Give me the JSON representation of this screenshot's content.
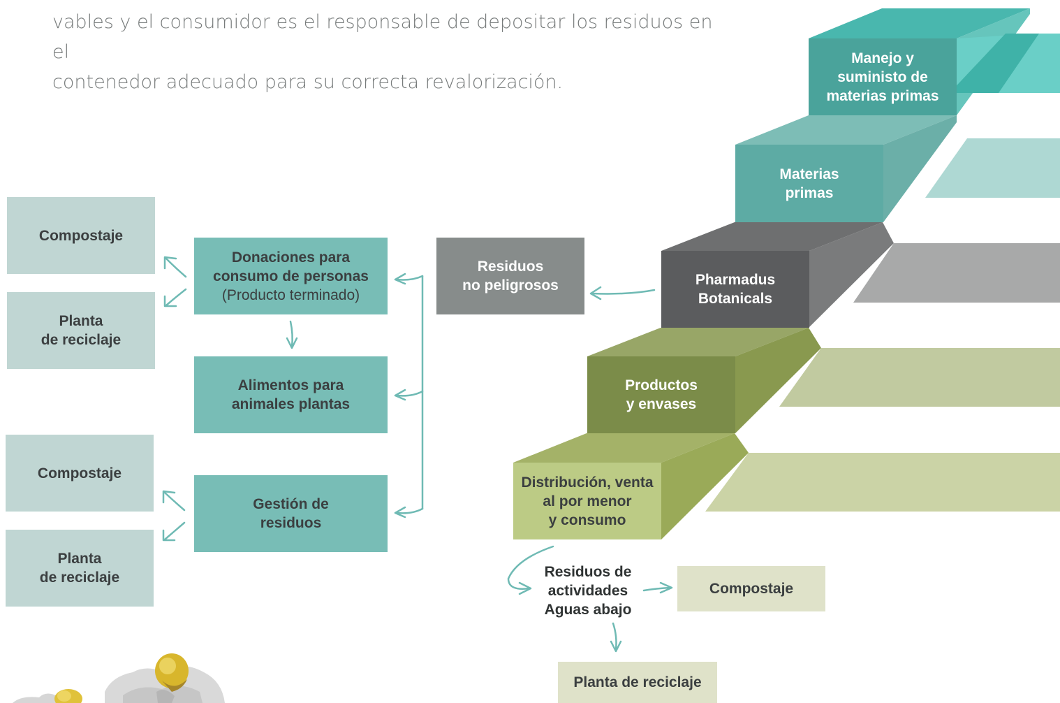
{
  "intro": {
    "line1": "vables y el consumidor es el responsable de depositar los residuos en el",
    "line2": "contenedor adecuado para su correcta revalorización."
  },
  "stairs": [
    {
      "line1": "Manejo y",
      "line2": "suministo de",
      "line3": "materias primas"
    },
    {
      "line1": "Materias",
      "line2": "primas"
    },
    {
      "line1": "Pharmadus",
      "line2": "Botanicals"
    },
    {
      "line1": "Productos",
      "line2": "y envases"
    },
    {
      "line1": "Distribución, venta",
      "line2": "al por menor",
      "line3": "y consumo"
    }
  ],
  "residuos_np": {
    "line1": "Residuos",
    "line2": "no peligrosos"
  },
  "donaciones": {
    "line1": "Donaciones para",
    "line2": "consumo de personas",
    "line3": "(Producto terminado)"
  },
  "alimentos": {
    "line1": "Alimentos para",
    "line2": "animales plantas"
  },
  "gestion": {
    "line1": "Gestión de",
    "line2": "residuos"
  },
  "left_top": {
    "compost": "Compostaje",
    "planta1": "Planta",
    "planta2": "de reciclaje"
  },
  "left_bottom": {
    "compost": "Compostaje",
    "planta1": "Planta",
    "planta2": "de reciclaje"
  },
  "aguas_abajo": {
    "line1": "Residuos de",
    "line2": "actividades",
    "line3": "Aguas abajo"
  },
  "bottom_compost": "Compostaje",
  "bottom_planta": "Planta de reciclaje",
  "colors": {
    "teal": "#78bdb6",
    "pale_teal": "#c0d6d3",
    "grey": "#878c8b",
    "cream": "#dfe2c9",
    "arrow": "#6fbab4"
  }
}
